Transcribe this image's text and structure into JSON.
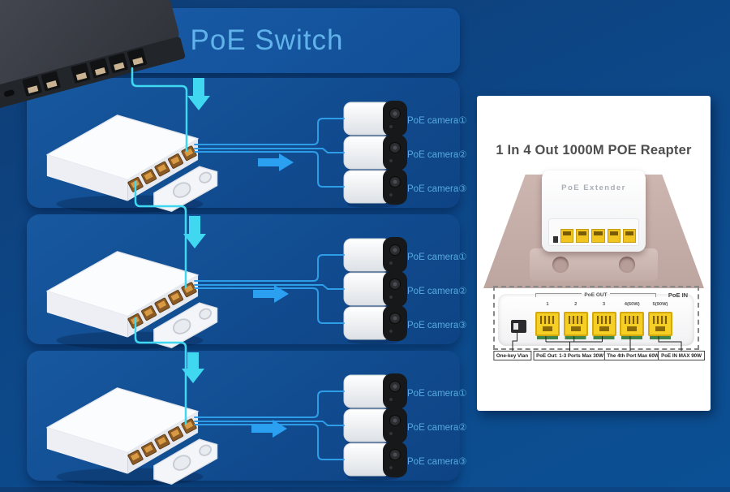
{
  "banner": {
    "title": "PoE Switch"
  },
  "bands": [
    {
      "cameras": [
        {
          "label": "PoE camera①"
        },
        {
          "label": "PoE camera②"
        },
        {
          "label": "PoE camera③"
        }
      ]
    },
    {
      "cameras": [
        {
          "label": "PoE camera①"
        },
        {
          "label": "PoE camera②"
        },
        {
          "label": "PoE camera③"
        }
      ]
    },
    {
      "cameras": [
        {
          "label": "PoE camera①"
        },
        {
          "label": "PoE camera②"
        },
        {
          "label": "PoE camera③"
        }
      ]
    }
  ],
  "panel": {
    "title": "1 In 4 Out 1000M POE Reapter",
    "device_label": "PoE Extender",
    "closeup": {
      "poe_out": "PoE OUT",
      "poe_in": "PoE IN",
      "port_labels": [
        "1",
        "2",
        "3",
        "4(60W)",
        "5(90W)"
      ]
    },
    "callouts": [
      {
        "label": "One-key Vlan"
      },
      {
        "label": "PoE Out: 1-3 Ports Max 30W"
      },
      {
        "label": "The 4th Port Max 60W"
      },
      {
        "label": "PoE IN MAX 90W"
      }
    ]
  },
  "colors": {
    "background": "#0d4787",
    "band": "#12529a",
    "banner_text": "#60b3ea",
    "camera_label": "#55abdf",
    "cable_cyan": "#3fd8f0",
    "cable_blue": "#2e9de7",
    "arrow_blue": "#2b9ff0",
    "port_yellow": "#f6cf25",
    "panel_bg": "#ffffff",
    "photo_wall": "#c4aca7"
  }
}
